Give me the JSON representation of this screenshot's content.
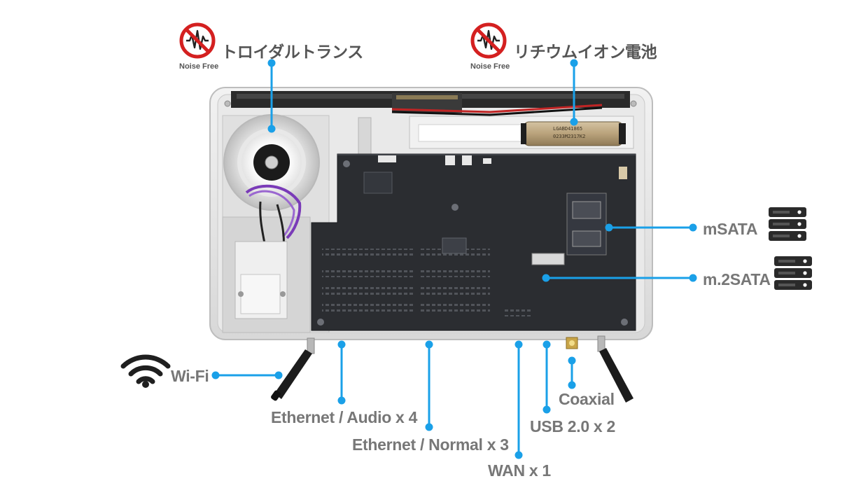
{
  "badges": [
    {
      "id": "toroidal",
      "caption": "Noise Free",
      "title": "トロイダルトランス"
    },
    {
      "id": "battery",
      "caption": "Noise Free",
      "title": "リチウムイオン電池"
    }
  ],
  "callouts": {
    "msata": "mSATA",
    "m2sata": "m.2SATA",
    "wifi": "Wi-Fi",
    "ethernet_audio": "Ethernet / Audio x 4",
    "ethernet_normal": "Ethernet / Normal x 3",
    "wan": "WAN x 1",
    "usb": "USB 2.0 x 2",
    "coaxial": "Coaxial"
  },
  "battery_marking": [
    "LGABD41865",
    "0233M2317K2"
  ],
  "colors": {
    "callout_line": "#1aa0e8",
    "label_text": "#777777",
    "chassis": "#e3e3e3",
    "pcb": "#2b2d31",
    "no_sign": "#d42020",
    "drive_icon": "#2a2a2a"
  },
  "icons": [
    "no-noise-icon",
    "drive-stack-icon",
    "wifi-icon",
    "toroidal-transformer",
    "battery-cell",
    "antenna"
  ]
}
